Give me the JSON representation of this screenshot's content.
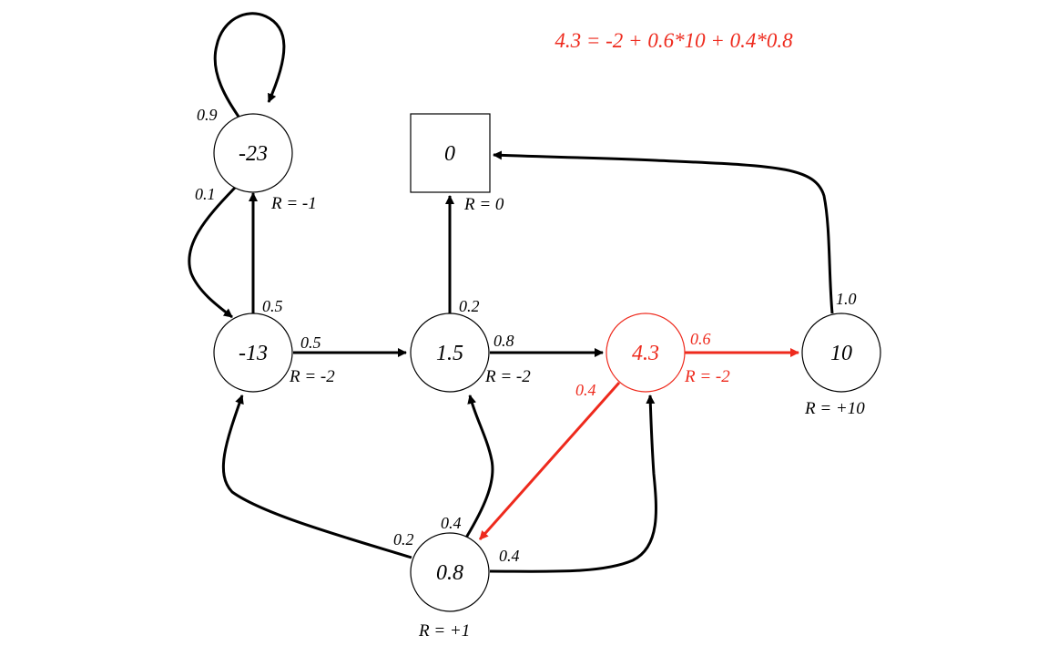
{
  "formula": "4.3 = -2 + 0.6*10 + 0.4*0.8",
  "colors": {
    "highlight": "#ee2a1d",
    "default": "#000000"
  },
  "nodes": {
    "n_neg23": {
      "value": "-23",
      "reward": "R = -1",
      "shape": "circle"
    },
    "n_zero": {
      "value": "0",
      "reward": "R = 0",
      "shape": "square"
    },
    "n_neg13": {
      "value": "-13",
      "reward": "R = -2",
      "shape": "circle"
    },
    "n_1_5": {
      "value": "1.5",
      "reward": "R = -2",
      "shape": "circle"
    },
    "n_4_3": {
      "value": "4.3",
      "reward": "R = -2",
      "shape": "circle",
      "highlighted": true
    },
    "n_10": {
      "value": "10",
      "reward": "R = +10",
      "shape": "circle"
    },
    "n_0_8": {
      "value": "0.8",
      "reward": "R = +1",
      "shape": "circle"
    }
  },
  "edges": {
    "neg23_self": {
      "from": "-23",
      "to": "-23",
      "prob": "0.9"
    },
    "neg23_neg13": {
      "from": "-23",
      "to": "-13",
      "prob": "0.1"
    },
    "neg13_neg23": {
      "from": "-13",
      "to": "-23",
      "prob": "0.5"
    },
    "neg13_1_5": {
      "from": "-13",
      "to": "1.5",
      "prob": "0.5"
    },
    "1_5_zero": {
      "from": "1.5",
      "to": "0",
      "prob": "0.2"
    },
    "1_5_4_3": {
      "from": "1.5",
      "to": "4.3",
      "prob": "0.8"
    },
    "4_3_10": {
      "from": "4.3",
      "to": "10",
      "prob": "0.6",
      "highlighted": true
    },
    "4_3_0_8": {
      "from": "4.3",
      "to": "0.8",
      "prob": "0.4",
      "highlighted": true
    },
    "10_zero": {
      "from": "10",
      "to": "0",
      "prob": "1.0"
    },
    "0_8_neg13": {
      "from": "0.8",
      "to": "-13",
      "prob": "0.2"
    },
    "0_8_1_5": {
      "from": "0.8",
      "to": "1.5",
      "prob": "0.4"
    },
    "0_8_4_3": {
      "from": "0.8",
      "to": "4.3",
      "prob": "0.4"
    }
  }
}
